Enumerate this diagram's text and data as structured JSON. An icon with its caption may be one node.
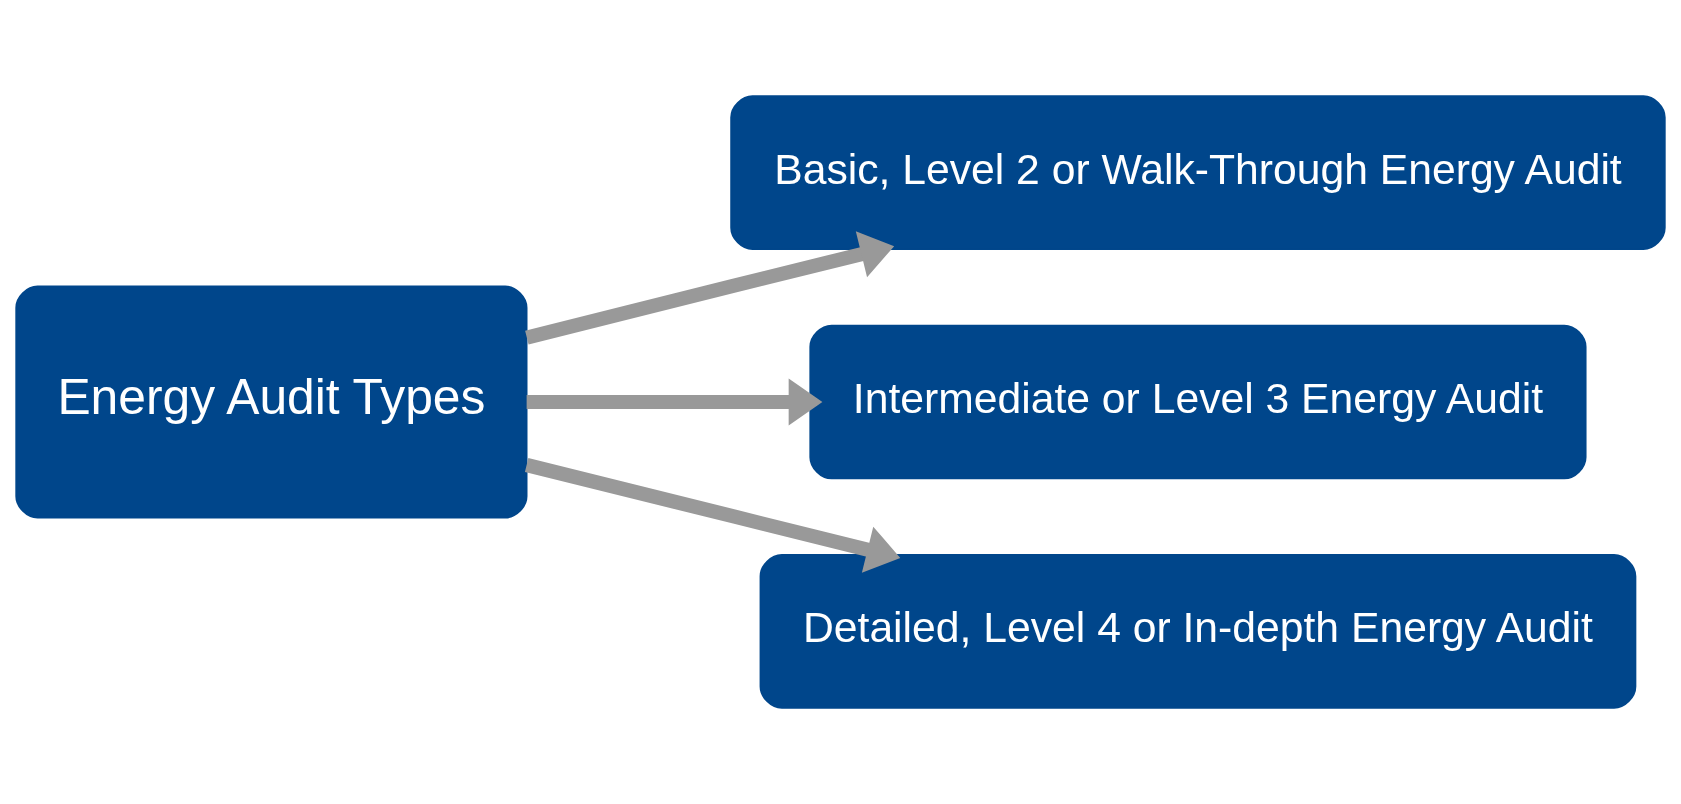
{
  "diagram": {
    "nodes": [
      {
        "text": [
          "Energy Audit Types"
        ]
      },
      {
        "text": [
          "Basic, Level 2 or Walk-Through Energy Audit"
        ]
      },
      {
        "text": [
          "Intermediate or Level 3 Energy Audit"
        ]
      },
      {
        "text": [
          "Detailed, Level 4 or In-depth Energy Audit"
        ]
      }
    ],
    "edges": [
      {
        "from": 0,
        "to": 1,
        "arrow": "to"
      },
      {
        "from": 0,
        "to": 2,
        "arrow": "to"
      },
      {
        "from": 0,
        "to": 3,
        "arrow": "to"
      }
    ]
  }
}
